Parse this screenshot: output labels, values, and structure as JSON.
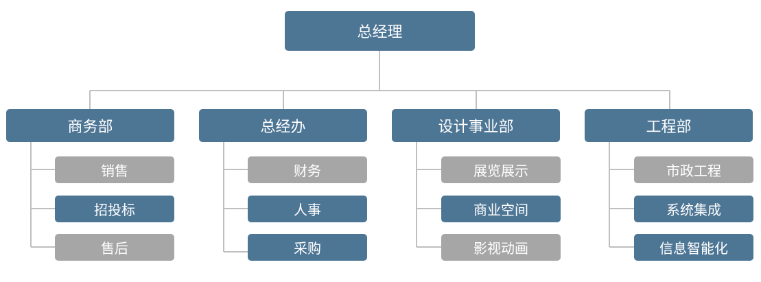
{
  "root": {
    "label": "总经理"
  },
  "departments": [
    {
      "label": "商务部",
      "children": [
        "销售",
        "招投标",
        "售后"
      ]
    },
    {
      "label": "总经办",
      "children": [
        "财务",
        "人事",
        "采购"
      ]
    },
    {
      "label": "设计事业部",
      "children": [
        "展览展示",
        "商业空间",
        "影视动画"
      ]
    },
    {
      "label": "工程部",
      "children": [
        "市政工程",
        "系统集成",
        "信息智能化"
      ]
    }
  ],
  "colors": {
    "primary": "#4d7594",
    "secondary": "#a6a6a6",
    "connector": "#bfbfbf"
  }
}
